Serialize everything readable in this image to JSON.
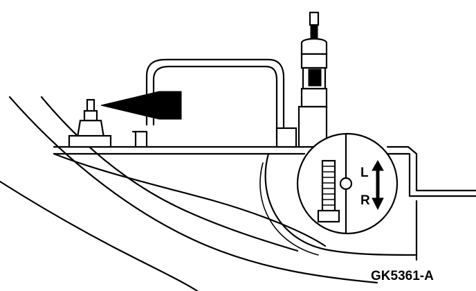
{
  "diagram": {
    "figure_code": "GK5361-A",
    "direction_left_label": "L",
    "direction_right_label": "R"
  }
}
